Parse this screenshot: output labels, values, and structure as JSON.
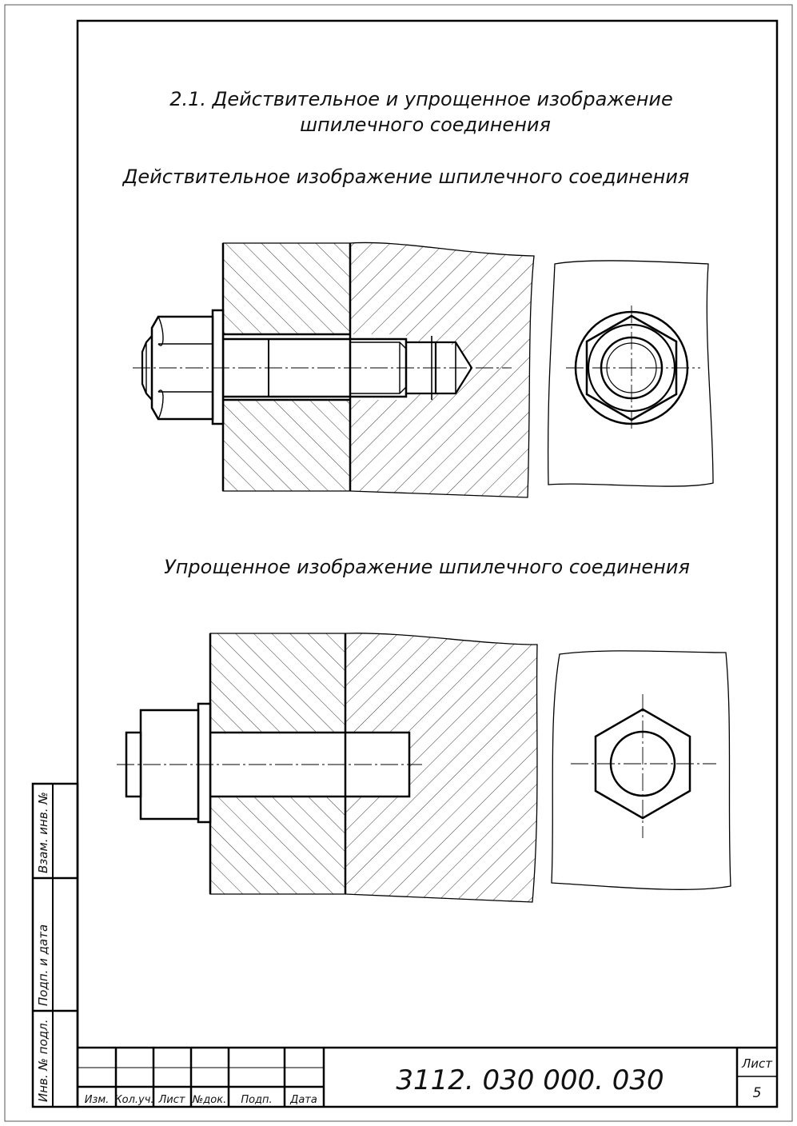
{
  "header": {
    "title_line1": "2.1. Действительное и упрощенное изображение",
    "title_line2": "шпилечного соединения"
  },
  "sections": {
    "actual_heading": "Действительное изображение шпилечного соединения",
    "simplified_heading": "Упрощенное изображение шпилечного соединения"
  },
  "side_stamp": {
    "inv_zam": "Взам. инв. №",
    "sign_date": "Подп. и дата",
    "inv_podl": "Инв. № подл."
  },
  "title_block": {
    "document_code": "3112. 030 000. 030",
    "sheet_label": "Лист",
    "sheet_number": "5",
    "columns": [
      "Изм.",
      "Кол.уч.",
      "Лист",
      "№док.",
      "Подп.",
      "Дата"
    ]
  }
}
